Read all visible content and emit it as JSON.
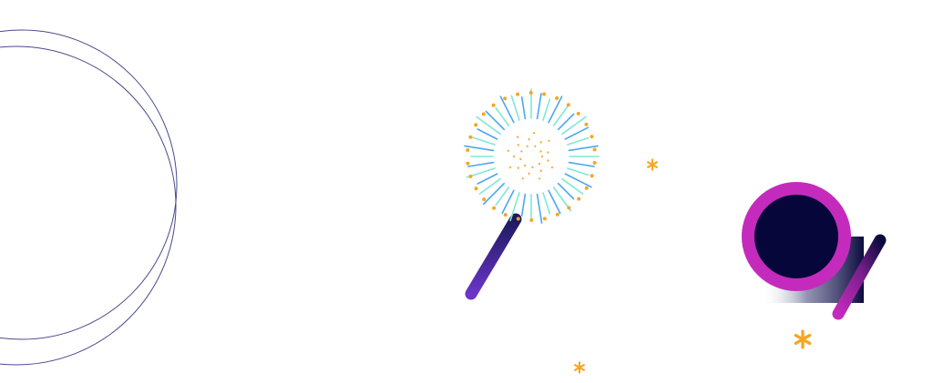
{
  "colors": {
    "background": "#ffffff",
    "outline_circle": "#4a4a8c",
    "stick_dark": "#1c1a5e",
    "stick_light": "#6a35c8",
    "spark_star": "#f5a623",
    "spark_ray_teal": "#7ee8d6",
    "spark_ray_blue": "#4aa8f0",
    "ring_magenta": "#c42bbd",
    "disc_navy": "#06063a",
    "bar_magenta": "#c42bbd",
    "bar_navy": "#0b0b3e"
  },
  "icons": [
    "outline-circles-decoration",
    "sparkler-illustration",
    "asterisk-star-icon",
    "abstract-ring-shape"
  ]
}
